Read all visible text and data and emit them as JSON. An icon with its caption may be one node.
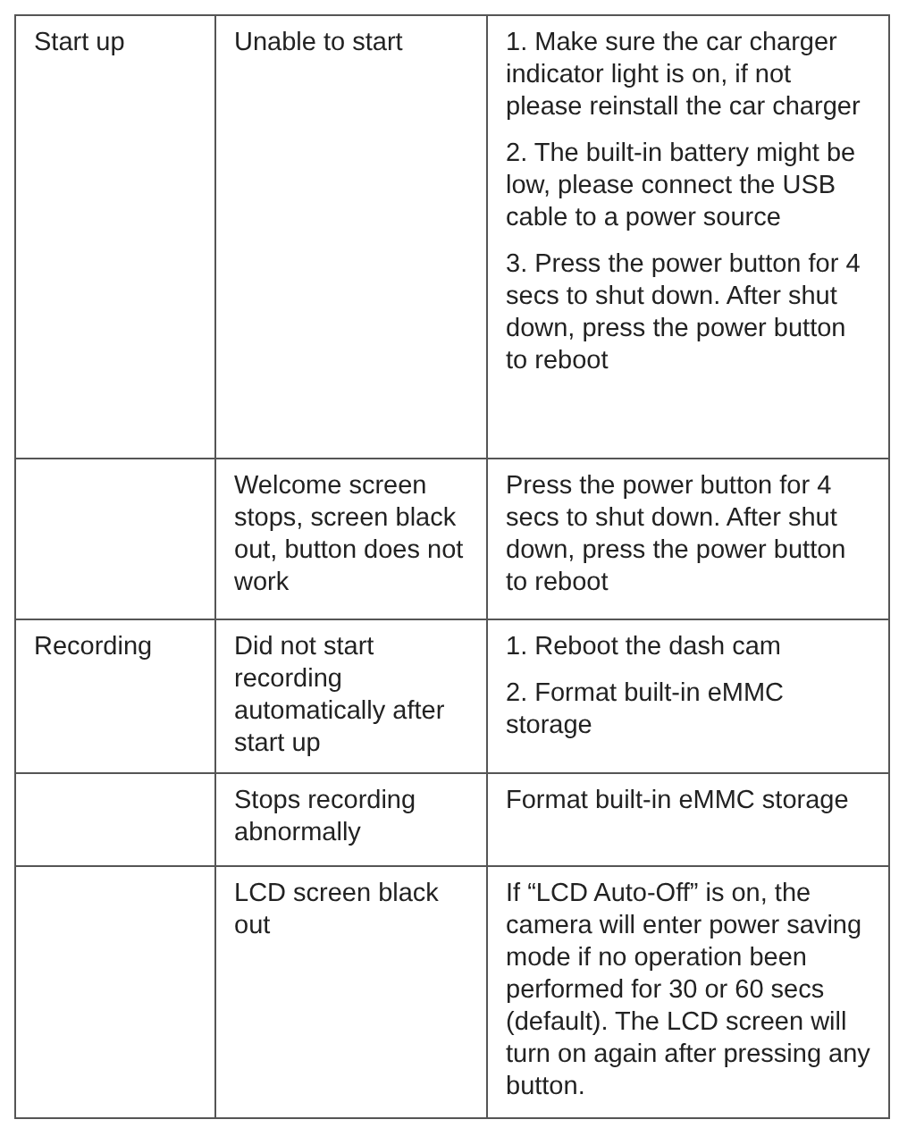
{
  "diagram": {
    "labels": [
      "Start up",
      "Unable to start",
      "1. Make sure the car charger indicator light is on, if not please reinstall the car charger",
      "2. The built-in battery might be low, please connect the USB cable to a power source",
      "3. Press the power button for 4 secs to shut down. After shut down, press the power button to reboot",
      "Welcome screen stops, screen black out, button does not work",
      "Press the power button for 4 secs to shut down. After shut down, press the power button to reboot",
      "Recording",
      "Did not start recording automatically after start up",
      "1. Reboot the dash cam",
      "2. Format built-in eMMC storage",
      "Stops recording abnormally",
      "Format built-in eMMC storage",
      "LCD screen black out",
      "If “LCD Auto-Off” is on, the camera will enter power saving mode if no operation been performed for 30 or 60 secs (default). The LCD screen will turn on again after pressing any button."
    ]
  }
}
